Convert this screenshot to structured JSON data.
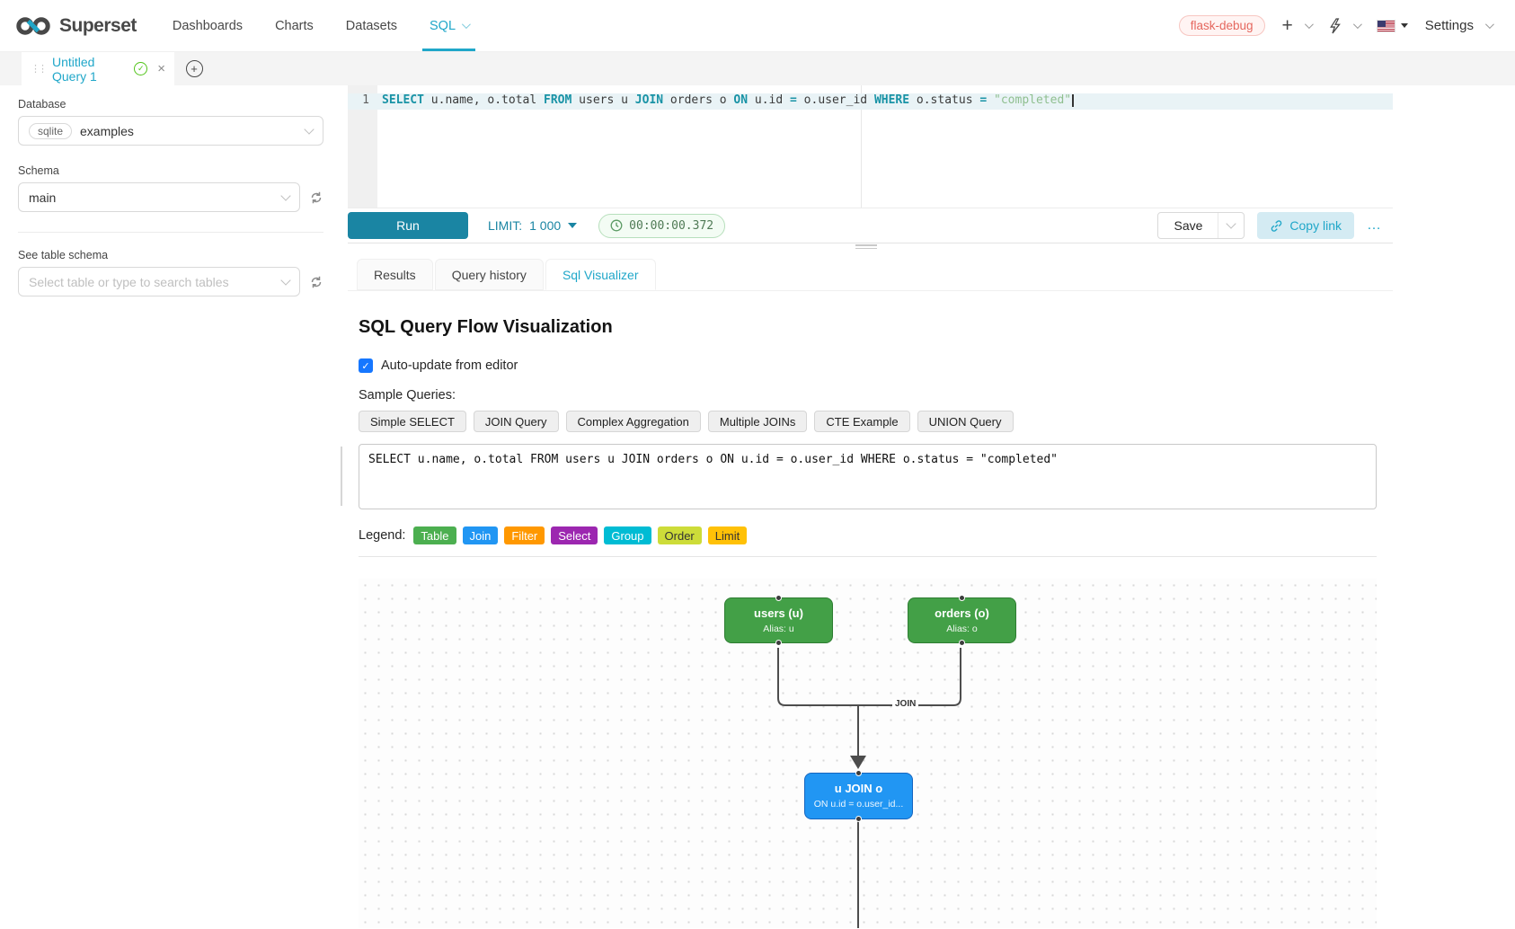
{
  "navbar": {
    "brand": "Superset",
    "items": [
      {
        "label": "Dashboards"
      },
      {
        "label": "Charts"
      },
      {
        "label": "Datasets"
      },
      {
        "label": "SQL"
      }
    ],
    "env_badge": "flask-debug",
    "settings_label": "Settings"
  },
  "icons": {
    "check": "✓",
    "close": "×",
    "grip": "⋮⋮",
    "plus": "+",
    "ellipsis": "…"
  },
  "tabbar": {
    "tab_label": "Untitled Query 1"
  },
  "sidebar": {
    "database_label": "Database",
    "database_engine": "sqlite",
    "database_value": "examples",
    "schema_label": "Schema",
    "schema_value": "main",
    "table_label": "See table schema",
    "table_placeholder": "Select table or type to search tables"
  },
  "editor": {
    "line_number": "1",
    "tokens": [
      {
        "t": "SELECT"
      },
      {
        "t": " u.name, o.total "
      },
      {
        "t": "FROM"
      },
      {
        "t": " users u "
      },
      {
        "t": "JOIN"
      },
      {
        "t": " orders o "
      },
      {
        "t": "ON"
      },
      {
        "t": " u.id "
      },
      {
        "t": "="
      },
      {
        "t": " o.user_id "
      },
      {
        "t": "WHERE"
      },
      {
        "t": " o.status "
      },
      {
        "t": "="
      },
      {
        "t": " "
      },
      {
        "t": "\"completed\""
      }
    ]
  },
  "toolbar": {
    "run_label": "Run",
    "limit_label": "LIMIT:",
    "limit_value": "1 000",
    "elapsed": "00:00:00.372",
    "save_label": "Save",
    "copy_link_label": "Copy link"
  },
  "south_tabs": [
    {
      "label": "Results"
    },
    {
      "label": "Query history"
    },
    {
      "label": "Sql Visualizer"
    }
  ],
  "visualizer": {
    "title": "SQL Query Flow Visualization",
    "auto_update_label": "Auto-update from editor",
    "sample_queries_label": "Sample Queries:",
    "sample_buttons": [
      "Simple SELECT",
      "JOIN Query",
      "Complex Aggregation",
      "Multiple JOINs",
      "CTE Example",
      "UNION Query"
    ],
    "query_text": "SELECT u.name, o.total FROM users u JOIN orders o ON u.id = o.user_id WHERE o.status = \"completed\"",
    "legend_label": "Legend:",
    "legend": [
      {
        "label": "Table",
        "color": "#4caf50"
      },
      {
        "label": "Join",
        "color": "#2196f3"
      },
      {
        "label": "Filter",
        "color": "#ff9800"
      },
      {
        "label": "Select",
        "color": "#9c27b0"
      },
      {
        "label": "Group",
        "color": "#00bcd4"
      },
      {
        "label": "Order",
        "color": "#cddc39"
      },
      {
        "label": "Limit",
        "color": "#ffc107"
      }
    ],
    "flow": {
      "nodes": [
        {
          "title": "users (u)",
          "subtitle": "Alias: u",
          "color": "#43a047"
        },
        {
          "title": "orders (o)",
          "subtitle": "Alias: o",
          "color": "#43a047"
        },
        {
          "title": "u JOIN o",
          "subtitle": "ON u.id = o.user_id...",
          "color": "#2196f3"
        }
      ],
      "edge_label": "JOIN"
    }
  },
  "colors": {
    "accent_teal": "#20a7c9",
    "run_button": "#1a85a3",
    "sql_keyword": "#1993a6",
    "sql_string": "#8fbf8f",
    "edge": "#4d4d4d",
    "checkbox": "#1677ff",
    "env_badge_text": "#e5675e"
  }
}
